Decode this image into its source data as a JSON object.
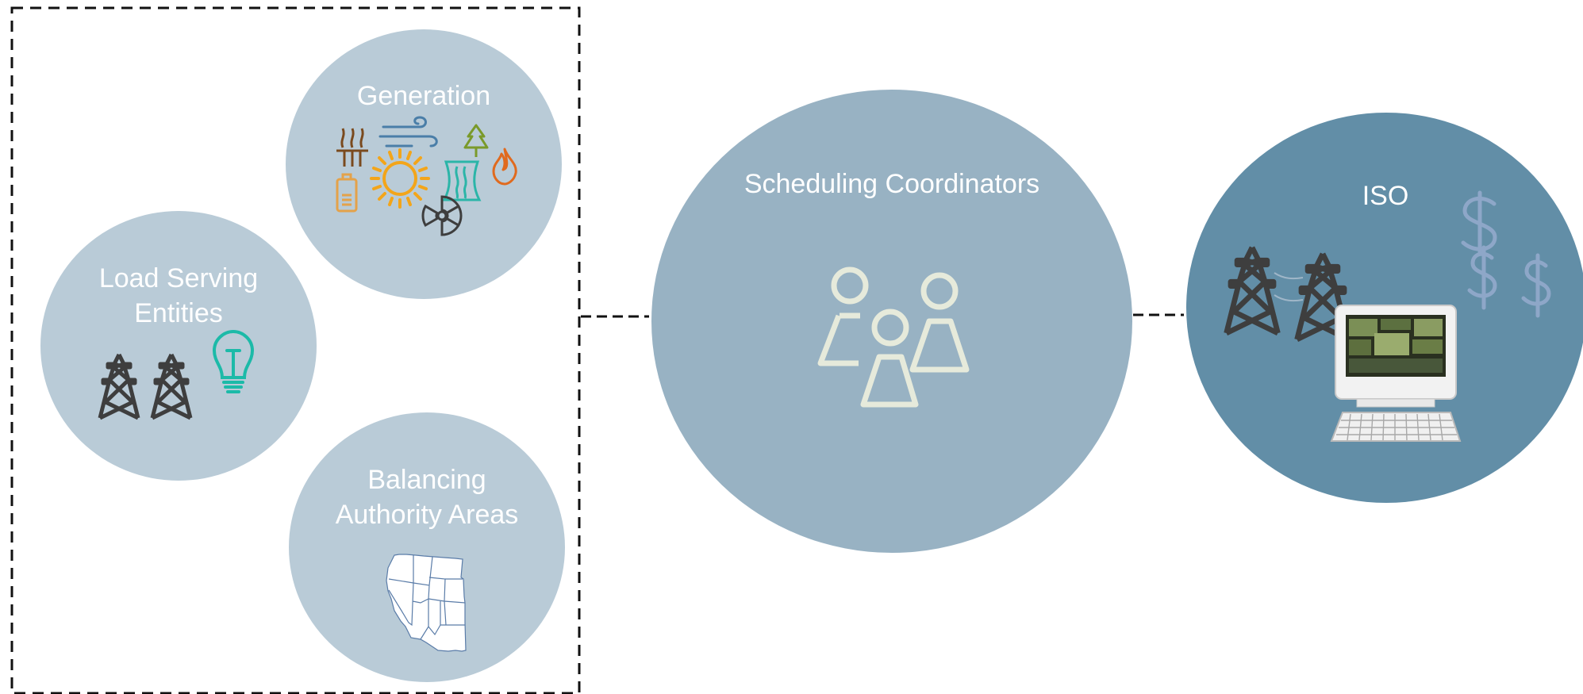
{
  "nodes": {
    "generation": {
      "label": "Generation"
    },
    "load_serving": {
      "label_line1": "Load Serving",
      "label_line2": "Entities"
    },
    "balancing": {
      "label_line1": "Balancing",
      "label_line2": "Authority Areas"
    },
    "scheduling": {
      "label": "Scheduling Coordinators"
    },
    "iso": {
      "label": "ISO"
    }
  },
  "colors": {
    "market_participant_circle": "#b9cbd7",
    "scheduling_circle": "#98b2c3",
    "iso_circle": "#628ea7",
    "dashed_line": "#111111",
    "label_text": "#ffffff",
    "tower": "#3e3e3e",
    "bulb": "#1cbaa8",
    "people": "#e6eadb",
    "dollar": "#8ea7c8",
    "sun": "#f3a51a",
    "wind": "#4a7ea8",
    "tree": "#7a9a2a",
    "flame": "#e06a1e",
    "cooling_tower": "#2bb5a8",
    "geothermal": "#7a4a1e",
    "battery": "#e4a24a",
    "nuclear": "#3e3e3e"
  },
  "icons": {
    "generation": [
      "geothermal-icon",
      "wind-icon",
      "tree-icon",
      "battery-icon",
      "sun-icon",
      "cooling-tower-icon",
      "flame-icon",
      "nuclear-icon"
    ],
    "load_serving": [
      "transmission-tower-icon",
      "transmission-tower-icon",
      "lightbulb-icon"
    ],
    "balancing": [
      "western-us-map-icon"
    ],
    "scheduling": [
      "people-group-icon"
    ],
    "iso": [
      "transmission-tower-icon",
      "transmission-tower-icon",
      "dollar-sign-icon",
      "computer-terminal-icon"
    ]
  }
}
